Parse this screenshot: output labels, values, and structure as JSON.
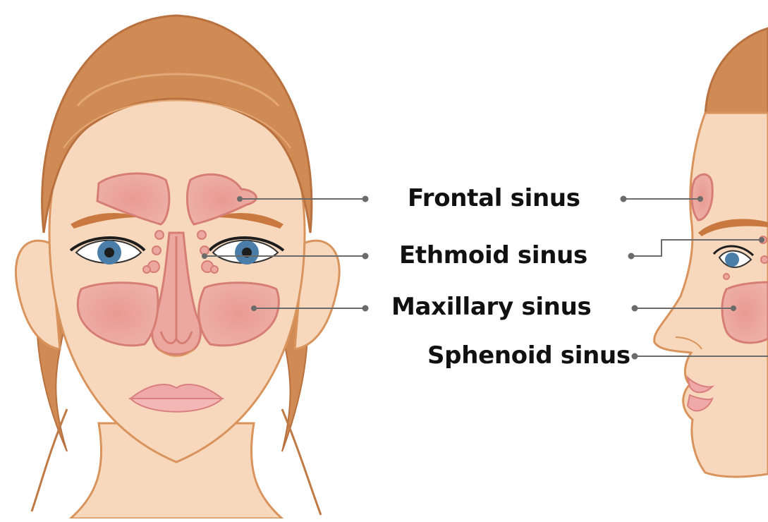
{
  "labels": {
    "frontal": "Frontal sinus",
    "ethmoid": "Ethmoid sinus",
    "maxillary": "Maxillary sinus",
    "sphenoid": "Sphenoid sinus"
  },
  "colors": {
    "skin": "#f8d8bd",
    "skin_outline": "#d9935c",
    "hair": "#d08b55",
    "hair_light": "#e3a875",
    "sinus_fill": "#eba7a0",
    "sinus_outline": "#d77e74",
    "leader_line": "#6b6b6b",
    "iris": "#4a7da8",
    "lips": "#f0a9a9",
    "eyebrow": "#c9793f"
  }
}
